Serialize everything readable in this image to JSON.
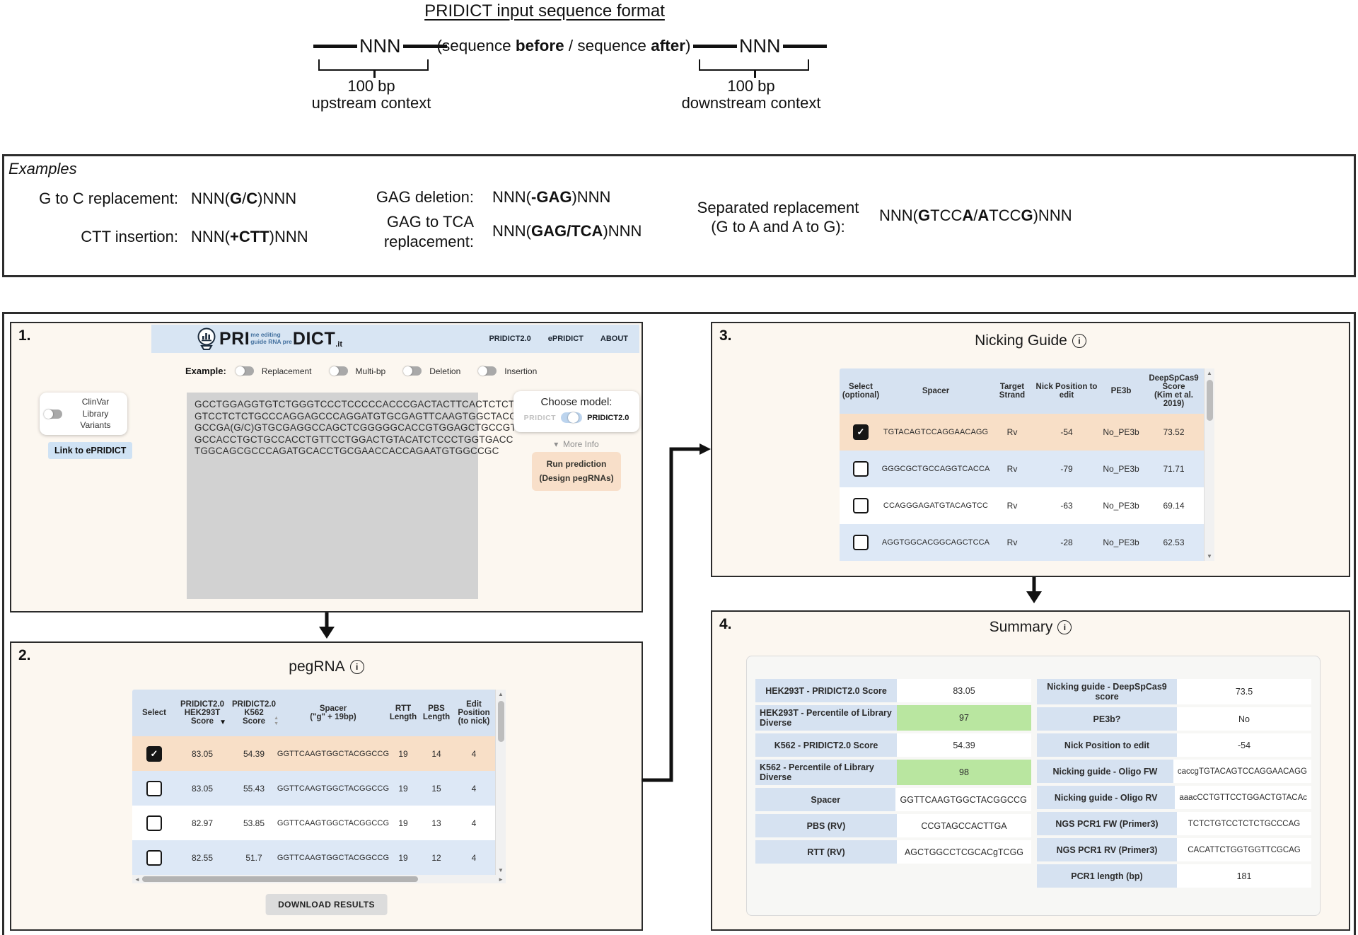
{
  "colors": {
    "navbar_blue": "#d8e5f3",
    "table_header_blue": "#d6e2f1",
    "row_highlight_peach": "#f8dfc7",
    "row_alt_blue": "#dde8f6",
    "green_cell": "#b9e6a0",
    "run_button_peach": "#f8dfc9",
    "link_button_blue": "#cfe2f4",
    "panel_cream": "#fcf7f0"
  },
  "icons": {
    "info": "i",
    "check": "✓",
    "sort_desc": "▼",
    "sort_up": "▲",
    "sort_down": "▼",
    "caret_down": "▾",
    "scroll_up": "▲",
    "scroll_down": "▼",
    "scroll_left": "◄",
    "scroll_right": "►"
  },
  "diagram": {
    "title": "PRIDICT input sequence format",
    "nnn": "NNN",
    "center_pre": "(sequence ",
    "center_before": "before",
    "center_mid": " / sequence ",
    "center_after": "after",
    "center_post": ")",
    "left_caption1": "100 bp",
    "left_caption2": "upstream context",
    "right_caption1": "100 bp",
    "right_caption2": "downstream context"
  },
  "examples": {
    "title": "Examples",
    "g_to_c": {
      "label": "G to C replacement:",
      "p1": "NNN(",
      "b1": "G",
      "p2": "/",
      "b2": "C",
      "p3": ")NNN"
    },
    "ctt": {
      "label": "CTT insertion:",
      "p1": "NNN(",
      "b1": "+CTT",
      "p2": ")NNN"
    },
    "gag_del": {
      "label": "GAG deletion:",
      "p1": "NNN(",
      "b1": "-GAG",
      "p2": ")NNN"
    },
    "gag_tca": {
      "label": "GAG to TCA\nreplacement:",
      "p1": "NNN(",
      "b1": "GAG/TCA",
      "p2": ")NNN"
    },
    "separated": {
      "label": "Separated replacement\n(G to A and A to G):",
      "p1": "NNN(",
      "b1": "G",
      "p2": "TCC",
      "b2": "A",
      "p3": "/",
      "b3": "A",
      "p4": "TCC",
      "b4": "G",
      "p5": ")NNN"
    }
  },
  "panel1": {
    "number": "1.",
    "logo": {
      "pri": "PRI",
      "small1": "me editing",
      "small2": "guide RNA pre",
      "dict": "DICT",
      "it": ".it"
    },
    "menu": {
      "item1": "PRIDICT2.0",
      "item2": "ePRIDICT",
      "item3": "ABOUT"
    },
    "example_label": "Example:",
    "toggle1": "Replacement",
    "toggle2": "Multi-bp",
    "toggle3": "Deletion",
    "toggle4": "Insertion",
    "clinvar": "ClinVar\nLibrary\nVariants",
    "link_button": "Link to ePRIDICT",
    "sequence": "GCCTGGAGGTGTCTGGGTCCCTCCCCCACCCGACTACTTCACTCTCT\nGTCCTCTCTGCCCAGGAGCCCAGGATGTGCGAGTTCAAGTGGCTACG\nGCCGA(G/C)GTGCGAGGCCAGCTCGGGGGCACCGTGGAGCTGCCGT\nGCCACCTGCTGCCACCTGTTCCTGGACTGTACATCTCCCTGGTGACC\nTGGCAGCGCCCAGATGCACCTGCGAACCACCAGAATGTGGCCGC",
    "choose_model_title": "Choose model:",
    "model_off": "PRIDICT",
    "model_on": "PRIDICT2.0",
    "more_info": "More Info",
    "run_line1": "Run prediction",
    "run_line2": "(Design pegRNAs)"
  },
  "panel2": {
    "number": "2.",
    "title": "pegRNA",
    "headers": {
      "select": "Select",
      "hek": "PRIDICT2.0\nHEK293T\nScore",
      "k562": "PRIDICT2.0\nK562\nScore",
      "spacer": "Spacer\n(\"g\" + 19bp)",
      "rtt": "RTT\nLength",
      "pbs": "PBS\nLength",
      "edit": "Edit\nPosition\n(to nick)"
    },
    "rows": [
      {
        "checked": true,
        "hek": "83.05",
        "k562": "54.39",
        "spacer": "GGTTCAAGTGGCTACGGCCG",
        "rtt": "19",
        "pbs": "14",
        "edit": "4"
      },
      {
        "checked": false,
        "hek": "83.05",
        "k562": "55.43",
        "spacer": "GGTTCAAGTGGCTACGGCCG",
        "rtt": "19",
        "pbs": "15",
        "edit": "4"
      },
      {
        "checked": false,
        "hek": "82.97",
        "k562": "53.85",
        "spacer": "GGTTCAAGTGGCTACGGCCG",
        "rtt": "19",
        "pbs": "13",
        "edit": "4"
      },
      {
        "checked": false,
        "hek": "82.55",
        "k562": "51.7",
        "spacer": "GGTTCAAGTGGCTACGGCCG",
        "rtt": "19",
        "pbs": "12",
        "edit": "4"
      }
    ],
    "download_button": "DOWNLOAD RESULTS"
  },
  "panel3": {
    "number": "3.",
    "title": "Nicking Guide",
    "headers": {
      "select": "Select\n(optional)",
      "spacer": "Spacer",
      "strand": "Target\nStrand",
      "nick": "Nick Position to\nedit",
      "pe3b": "PE3b",
      "score": "DeepSpCas9\nScore\n(Kim et al. 2019)"
    },
    "rows": [
      {
        "checked": true,
        "spacer": "TGTACAGTCCAGGAACAGG",
        "strand": "Rv",
        "nick": "-54",
        "pe3b": "No_PE3b",
        "score": "73.52"
      },
      {
        "checked": false,
        "spacer": "GGGCGCTGCCAGGTCACCA",
        "strand": "Rv",
        "nick": "-79",
        "pe3b": "No_PE3b",
        "score": "71.71"
      },
      {
        "checked": false,
        "spacer": "CCAGGGAGATGTACAGTCC",
        "strand": "Rv",
        "nick": "-63",
        "pe3b": "No_PE3b",
        "score": "69.14"
      },
      {
        "checked": false,
        "spacer": "AGGTGGCACGGCAGCTCCA",
        "strand": "Rv",
        "nick": "-28",
        "pe3b": "No_PE3b",
        "score": "62.53"
      }
    ]
  },
  "panel4": {
    "number": "4.",
    "title": "Summary",
    "left_rows": [
      {
        "label": "HEK293T - PRIDICT2.0 Score",
        "value": "83.05"
      },
      {
        "label": "HEK293T - Percentile of Library Diverse",
        "value": "97"
      },
      {
        "label": "K562 - PRIDICT2.0 Score",
        "value": "54.39"
      },
      {
        "label": "K562 - Percentile of Library Diverse",
        "value": "98"
      },
      {
        "label": "Spacer",
        "value": "GGTTCAAGTGGCTACGGCCG"
      },
      {
        "label": "PBS (RV)",
        "value": "CCGTAGCCACTTGA"
      },
      {
        "label": "RTT (RV)",
        "value": "AGCTGGCCTCGCACgTCGG"
      }
    ],
    "right_rows": [
      {
        "label": "Nicking guide - DeepSpCas9 score",
        "value": "73.5"
      },
      {
        "label": "PE3b?",
        "value": "No"
      },
      {
        "label": "Nick Position to edit",
        "value": "-54"
      },
      {
        "label": "Nicking guide - Oligo FW",
        "value": "caccgTGTACAGTCCAGGAACAGG"
      },
      {
        "label": "Nicking guide - Oligo RV",
        "value": "aaacCCTGTTCCTGGACTGTACAc"
      },
      {
        "label": "NGS PCR1 FW (Primer3)",
        "value": "TCTCTGTCCTCTCTGCCCAG"
      },
      {
        "label": "NGS PCR1 RV (Primer3)",
        "value": "CACATTCTGGTGGTTCGCAG"
      },
      {
        "label": "PCR1 length (bp)",
        "value": "181"
      }
    ]
  }
}
